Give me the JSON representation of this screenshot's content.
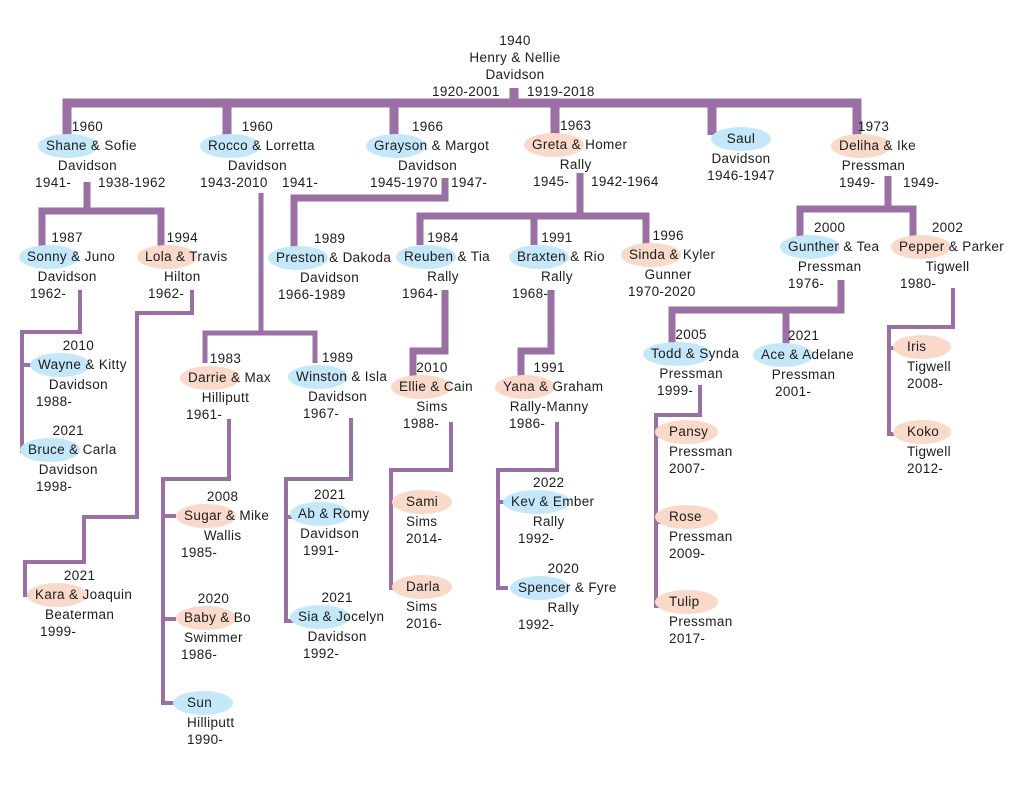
{
  "root": {
    "year": "1940",
    "couple": "Henry & Nellie",
    "surname": "Davidson",
    "dates": [
      "1920-2001",
      "1919-2018"
    ]
  },
  "amp": "&",
  "colors": {
    "line": "#9a6fa3",
    "blue": "#c4e8fa",
    "pink": "#f9d9c9"
  },
  "people": [
    {
      "year": "1960",
      "name": "Shane",
      "spouse": "Sofie",
      "surname": "Davidson",
      "dates": [
        "1941-",
        "1938-1962"
      ],
      "tone": "blue"
    },
    {
      "year": "1960",
      "name": "Rocco",
      "spouse": "Lorretta",
      "surname": "Davidson",
      "dates": [
        "1943-2010",
        "1941-"
      ],
      "tone": "blue"
    },
    {
      "year": "1966",
      "name": "Grayson",
      "spouse": "Margot",
      "surname": "Davidson",
      "dates": [
        "1945-1970",
        "1947-"
      ],
      "tone": "blue"
    },
    {
      "year": "1963",
      "name": "Greta",
      "spouse": "Homer",
      "surname": "Rally",
      "dates": [
        "1945-",
        "1942-1964"
      ],
      "tone": "pink"
    },
    {
      "name": "Saul",
      "surname": "Davidson",
      "dates": [
        "1946-1947"
      ],
      "tone": "blue"
    },
    {
      "year": "1973",
      "name": "Deliha",
      "spouse": "Ike",
      "surname": "Pressman",
      "dates": [
        "1949-",
        "1949-"
      ],
      "tone": "pink"
    },
    {
      "year": "1987",
      "name": "Sonny",
      "spouse": "Juno",
      "surname": "Davidson",
      "dates": [
        "1962-"
      ],
      "tone": "blue"
    },
    {
      "year": "1994",
      "name": "Lola",
      "spouse": "Travis",
      "surname": "Hilton",
      "dates": [
        "1962-"
      ],
      "tone": "pink"
    },
    {
      "year": "1989",
      "name": "Preston",
      "spouse": "Dakoda",
      "surname": "Davidson",
      "dates": [
        "1966-1989"
      ],
      "tone": "blue"
    },
    {
      "year": "1984",
      "name": "Reuben",
      "spouse": "Tia",
      "surname": "Rally",
      "dates": [
        "1964-"
      ],
      "tone": "blue"
    },
    {
      "year": "1991",
      "name": "Braxten",
      "spouse": "Rio",
      "surname": "Rally",
      "dates": [
        "1968-"
      ],
      "tone": "blue"
    },
    {
      "year": "1996",
      "name": "Sinda",
      "spouse": "Kyler",
      "surname": "Gunner",
      "dates": [
        "1970-2020"
      ],
      "tone": "pink"
    },
    {
      "year": "2000",
      "name": "Gunther",
      "spouse": "Tea",
      "surname": "Pressman",
      "dates": [
        "1976-"
      ],
      "tone": "blue"
    },
    {
      "year": "2002",
      "name": "Pepper",
      "spouse": "Parker",
      "surname": "Tigwell",
      "dates": [
        "1980-"
      ],
      "tone": "pink"
    },
    {
      "year": "2010",
      "name": "Wayne",
      "spouse": "Kitty",
      "surname": "Davidson",
      "dates": [
        "1988-"
      ],
      "tone": "blue"
    },
    {
      "year": "2021",
      "name": "Bruce",
      "spouse": "Carla",
      "surname": "Davidson",
      "dates": [
        "1998-"
      ],
      "tone": "blue"
    },
    {
      "year": "2021",
      "name": "Kara",
      "spouse": "Joaquin",
      "surname": "Beaterman",
      "dates": [
        "1999-"
      ],
      "tone": "pink"
    },
    {
      "year": "1983",
      "name": "Darrie",
      "spouse": "Max",
      "surname": "Hilliputt",
      "dates": [
        "1961-"
      ],
      "tone": "pink"
    },
    {
      "year": "1989",
      "name": "Winston",
      "spouse": "Isla",
      "surname": "Davidson",
      "dates": [
        "1967-"
      ],
      "tone": "blue"
    },
    {
      "year": "2010",
      "name": "Ellie",
      "spouse": "Cain",
      "surname": "Sims",
      "dates": [
        "1988-"
      ],
      "tone": "pink"
    },
    {
      "year": "1991",
      "name": "Yana",
      "spouse": "Graham",
      "surname": "Rally-Manny",
      "dates": [
        "1986-"
      ],
      "tone": "pink"
    },
    {
      "year": "2005",
      "name": "Todd",
      "spouse": "Synda",
      "surname": "Pressman",
      "dates": [
        "1999-"
      ],
      "tone": "blue"
    },
    {
      "year": "2021",
      "name": "Ace",
      "spouse": "Adelane",
      "surname": "Pressman",
      "dates": [
        "2001-"
      ],
      "tone": "blue"
    },
    {
      "name": "Iris",
      "surname": "Tigwell",
      "dates": [
        "2008-"
      ],
      "tone": "pink"
    },
    {
      "name": "Koko",
      "surname": "Tigwell",
      "dates": [
        "2012-"
      ],
      "tone": "pink"
    },
    {
      "year": "2008",
      "name": "Sugar",
      "spouse": "Mike",
      "surname": "Wallis",
      "dates": [
        "1985-"
      ],
      "tone": "pink"
    },
    {
      "year": "2020",
      "name": "Baby",
      "spouse": "Bo",
      "surname": "Swimmer",
      "dates": [
        "1986-"
      ],
      "tone": "pink"
    },
    {
      "name": "Sun",
      "surname": "Hilliputt",
      "dates": [
        "1990-"
      ],
      "tone": "blue"
    },
    {
      "year": "2021",
      "name": "Ab",
      "spouse": "Romy",
      "surname": "Davidson",
      "dates": [
        "1991-"
      ],
      "tone": "blue"
    },
    {
      "year": "2021",
      "name": "Sia",
      "spouse": "Jocelyn",
      "surname": "Davidson",
      "dates": [
        "1992-"
      ],
      "tone": "blue"
    },
    {
      "name": "Sami",
      "surname": "Sims",
      "dates": [
        "2014-"
      ],
      "tone": "pink"
    },
    {
      "name": "Darla",
      "surname": "Sims",
      "dates": [
        "2016-"
      ],
      "tone": "pink"
    },
    {
      "year": "2022",
      "name": "Kev",
      "spouse": "Ember",
      "surname": "Rally",
      "dates": [
        "1992-"
      ],
      "tone": "blue"
    },
    {
      "year": "2020",
      "name": "Spencer",
      "spouse": "Fyre",
      "surname": "Rally",
      "dates": [
        "1992-"
      ],
      "tone": "blue"
    },
    {
      "name": "Pansy",
      "surname": "Pressman",
      "dates": [
        "2007-"
      ],
      "tone": "pink"
    },
    {
      "name": "Rose",
      "surname": "Pressman",
      "dates": [
        "2009-"
      ],
      "tone": "pink"
    },
    {
      "name": "Tulip",
      "surname": "Pressman",
      "dates": [
        "2017-"
      ],
      "tone": "pink"
    }
  ]
}
